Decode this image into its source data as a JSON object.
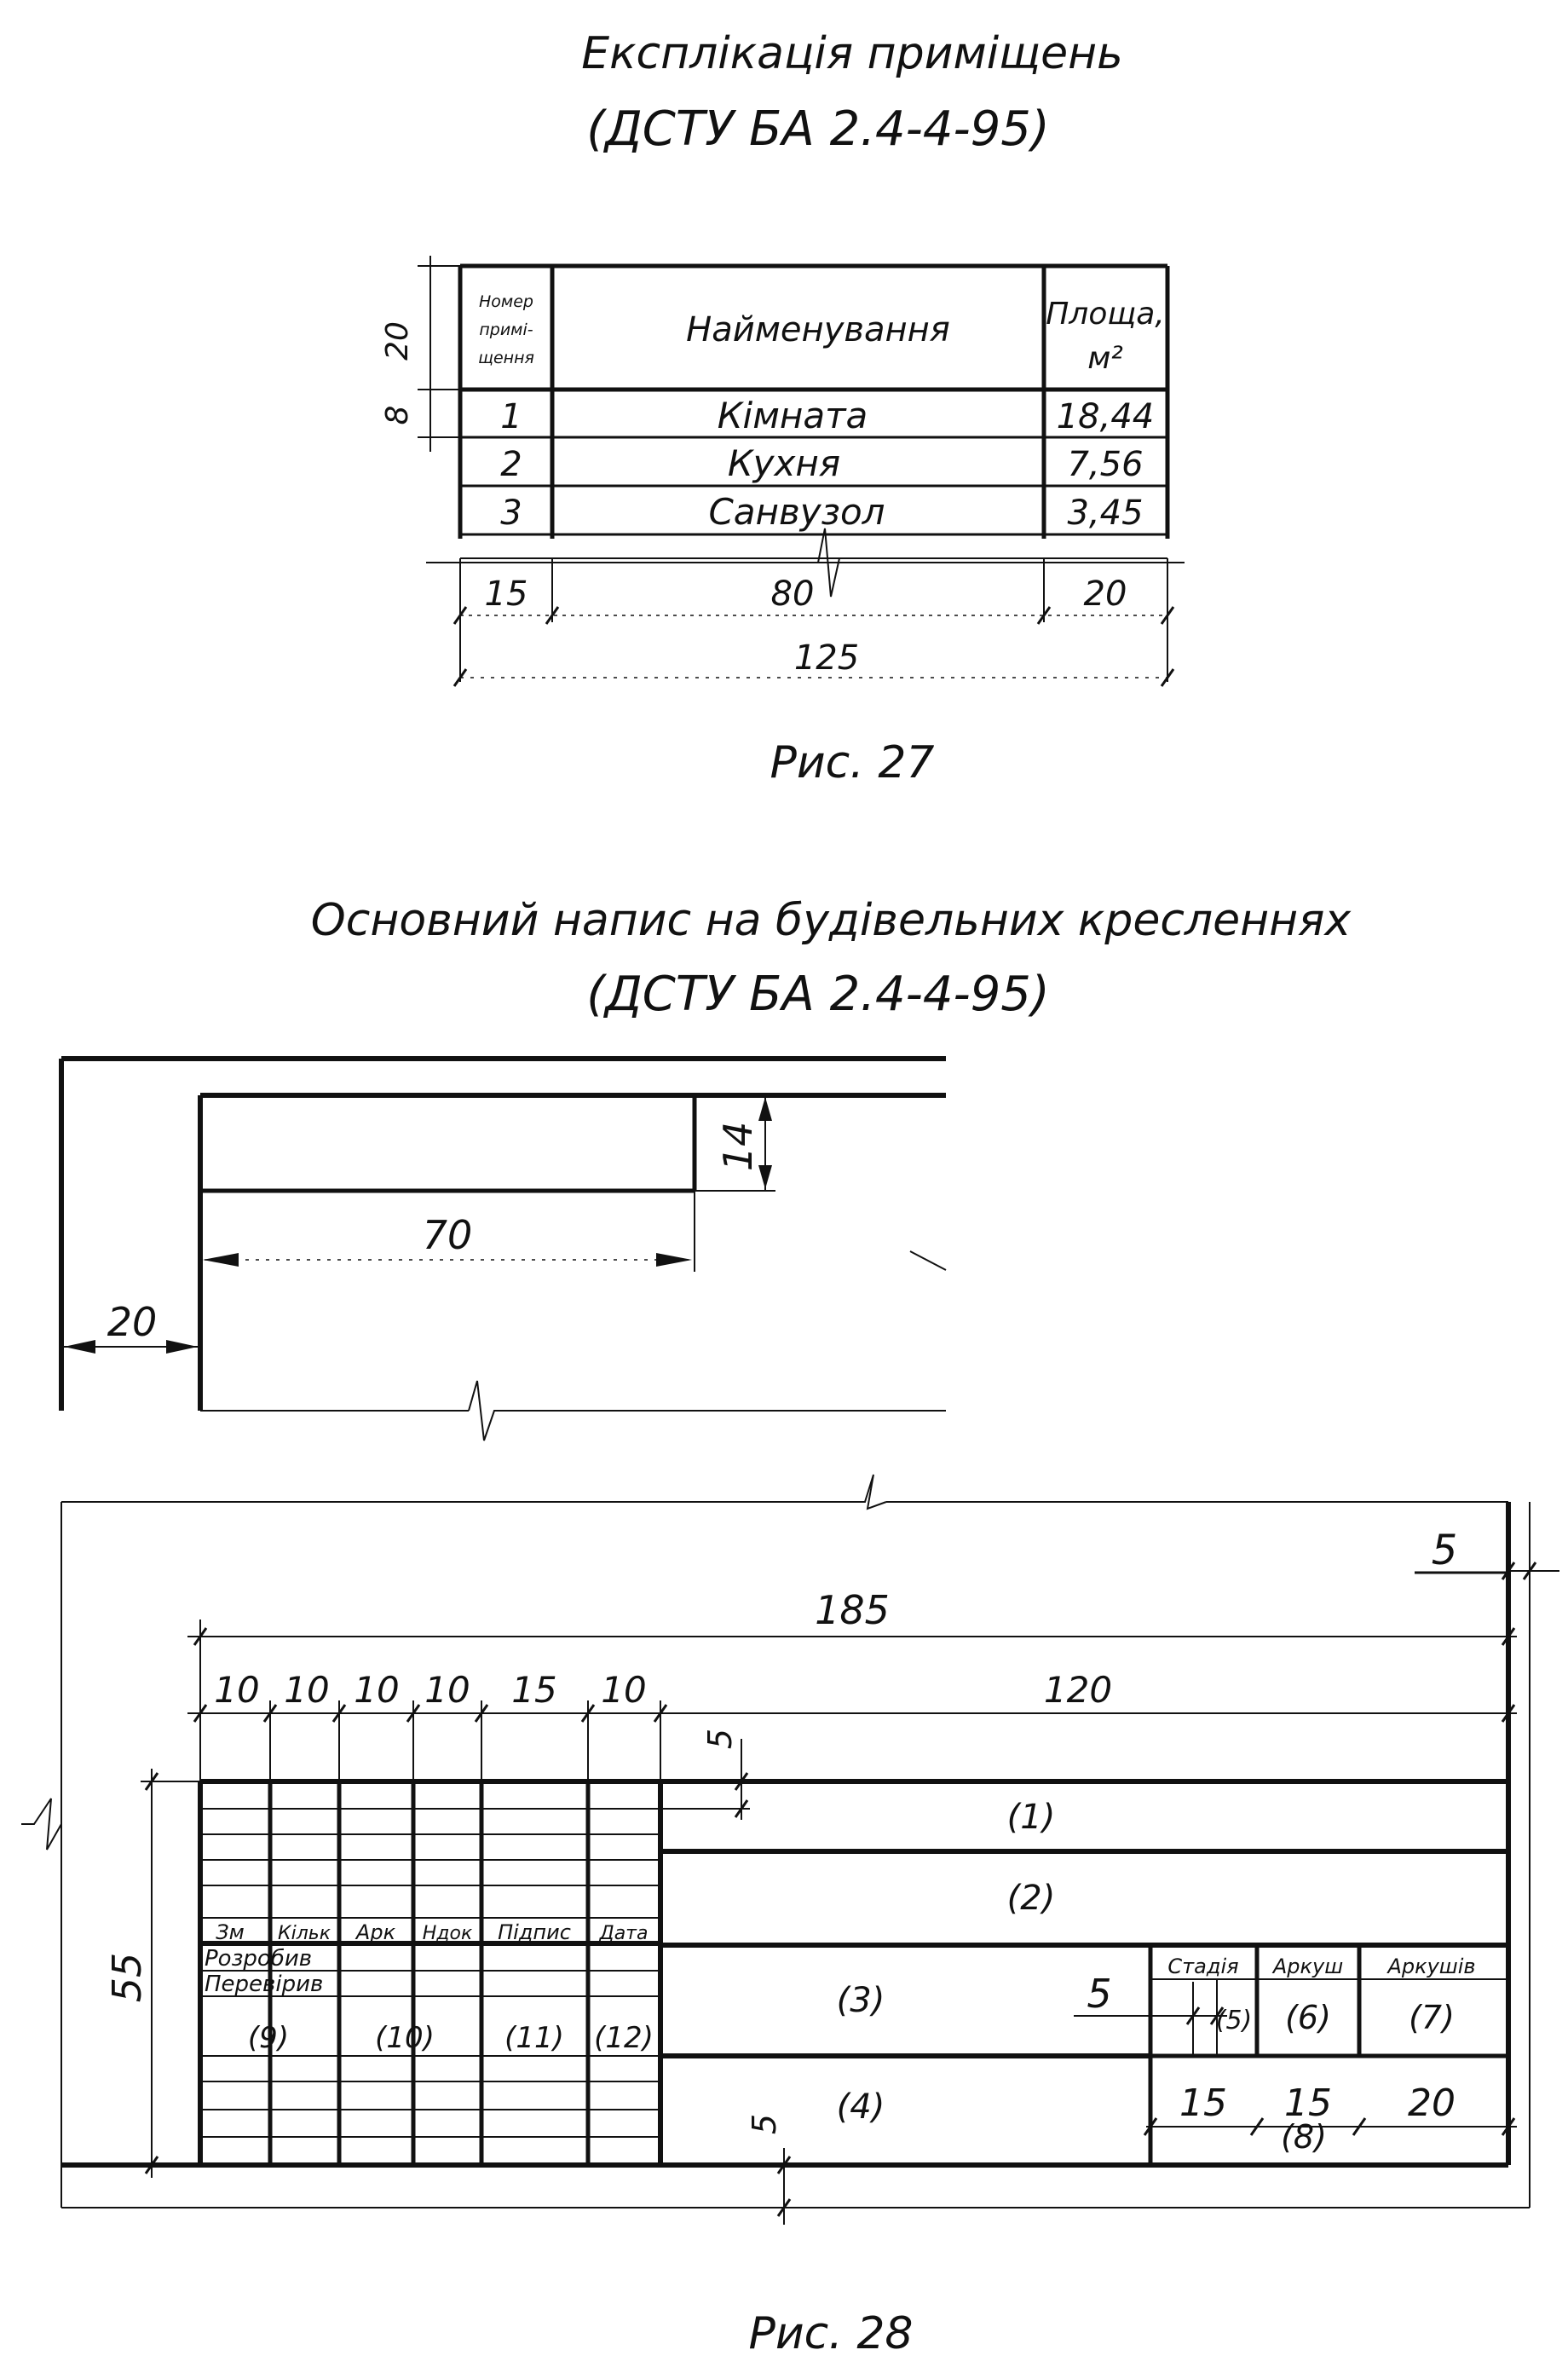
{
  "fig27": {
    "title_line1": "Експлікація приміщень",
    "title_line2": "(ДСТУ БА 2.4-4-95)",
    "table": {
      "headers": [
        "Номер примі- щення",
        "Найменування",
        "Площа, м²"
      ],
      "header_number_lines": [
        "Номер",
        "примі-",
        "щення"
      ],
      "header_area_lines": [
        "Площа,",
        "м²"
      ],
      "rows": [
        {
          "num": "1",
          "name": "Кімната",
          "area": "18,44"
        },
        {
          "num": "2",
          "name": "Кухня",
          "area": "7,56"
        },
        {
          "num": "3",
          "name": "Санвузол",
          "area": "3,45"
        }
      ]
    },
    "dims": {
      "header_h": "20",
      "row_h": "8",
      "col1": "15",
      "col2": "80",
      "col3": "20",
      "total": "125"
    },
    "caption": "Рис. 27"
  },
  "fig28": {
    "title_line1": "Основний напис на будівельних кресленнях",
    "title_line2": "(ДСТУ БА 2.4-4-95)",
    "top_dims": {
      "h": "14",
      "w": "70",
      "margin": "20"
    },
    "dims": {
      "total_w": "185",
      "cols": [
        "10",
        "10",
        "10",
        "10",
        "15",
        "10"
      ],
      "right_w": "120",
      "top_margin": "5",
      "row_5": "5",
      "height": "55",
      "stage_w": "5",
      "bottom_5": "5",
      "bottom_cols": [
        "15",
        "15",
        "20"
      ]
    },
    "col_headers": [
      "Зм",
      "Кільк",
      "Арк",
      "Ндок",
      "Підпис",
      "Дата"
    ],
    "rows_left": [
      "Розробив",
      "Перевірив"
    ],
    "fields": {
      "f1": "(1)",
      "f2": "(2)",
      "f3": "(3)",
      "f4": "(4)",
      "f5": "(5)",
      "f6": "(6)",
      "f7": "(7)",
      "f8": "(8)",
      "f9": "(9)",
      "f10": "(10)",
      "f11": "(11)",
      "f12": "(12)"
    },
    "small_headers": [
      "Стадія",
      "Аркуш",
      "Аркушів"
    ],
    "caption": "Рис. 28"
  }
}
